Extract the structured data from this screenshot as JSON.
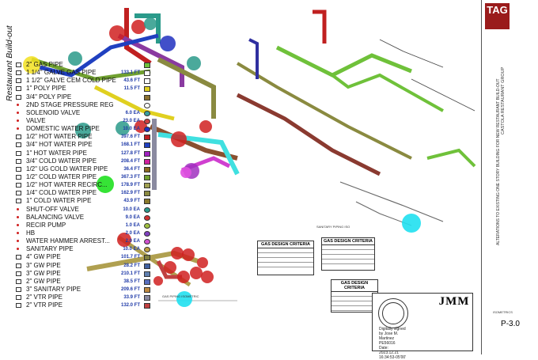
{
  "sheet": {
    "title_vertical": "Restaurant Build-out",
    "fine_print": "",
    "sanitary_label": "SANITARY PIPING ISO",
    "isometric_label": "GAS PIPING ISOMETRIC",
    "legend_tag": ""
  },
  "legend": [
    {
      "name": "2\" GAS PIPE",
      "qty": "",
      "icon": "pipe",
      "swatch": "#6fc13a",
      "round": false
    },
    {
      "name": "1 1/4\" GALVE GAS PIPE",
      "qty": "133.1 FT",
      "icon": "pipe",
      "swatch": "#ffffff",
      "round": false
    },
    {
      "name": "1 1/2\" GALVE CEM COLD PIPE",
      "qty": "43.6 FT",
      "icon": "pipe",
      "swatch": "#ffffff",
      "round": false
    },
    {
      "name": "1\" POLY PIPE",
      "qty": "11.5 FT",
      "icon": "pipe",
      "swatch": "#e0d020",
      "round": false
    },
    {
      "name": "3/4\" POLY PIPE",
      "qty": "",
      "icon": "pipe",
      "swatch": "#8a7030",
      "round": false
    },
    {
      "name": "2ND STAGE PRESSURE REG",
      "qty": "",
      "icon": "dot",
      "swatch": "#ffffff",
      "round": true
    },
    {
      "name": "SOLENOID VALVE",
      "qty": "6.0 EA",
      "icon": "dot",
      "swatch": "#3aa0a0",
      "round": true
    },
    {
      "name": "VALVE",
      "qty": "23.0 EA",
      "icon": "dot",
      "swatch": "#d04040",
      "round": true
    },
    {
      "name": "DOMESTIC WATER PIPE",
      "qty": "10.0 EA",
      "icon": "dot",
      "swatch": "#2030c0",
      "round": true
    },
    {
      "name": "1/2\" HOT WATER PIPE",
      "qty": "397.6 FT",
      "icon": "pipe",
      "swatch": "#c02020",
      "round": false
    },
    {
      "name": "3/4\" HOT WATER PIPE",
      "qty": "168.1 FT",
      "icon": "pipe",
      "swatch": "#2040c0",
      "round": false
    },
    {
      "name": "1\" HOT WATER PIPE",
      "qty": "127.8 FT",
      "icon": "pipe",
      "swatch": "#a020c0",
      "round": false
    },
    {
      "name": "3/4\" COLD WATER PIPE",
      "qty": "208.4 FT",
      "icon": "pipe",
      "swatch": "#d020a0",
      "round": false
    },
    {
      "name": "1/2\"  UG COLD WATER PIPE",
      "qty": "36.4 FT",
      "icon": "pipe",
      "swatch": "#8a6a20",
      "round": false
    },
    {
      "name": "1/2\" COLD WATER PIPE",
      "qty": "367.3 FT",
      "icon": "pipe",
      "swatch": "#70a030",
      "round": false
    },
    {
      "name": "1/2\" HOT WATER RECIRC...",
      "qty": "178.9 FT",
      "icon": "pipe",
      "swatch": "#a0a050",
      "round": false
    },
    {
      "name": "1/4\" COLD WATER PIPE",
      "qty": "162.9 FT",
      "icon": "pipe",
      "swatch": "#8a8a40",
      "round": false
    },
    {
      "name": "1\" COLD WATER PIPE",
      "qty": "43.9 FT",
      "icon": "pipe",
      "swatch": "#8a7a2a",
      "round": false
    },
    {
      "name": "SHUT-OFF VALVE",
      "qty": "10.0 EA",
      "icon": "dot",
      "swatch": "#2a9a8a",
      "round": true
    },
    {
      "name": "BALANCING VALVE",
      "qty": "9.0 EA",
      "icon": "dot",
      "swatch": "#d03030",
      "round": true
    },
    {
      "name": "RECIR PUMP",
      "qty": "1.0 EA",
      "icon": "dot",
      "swatch": "#a0c040",
      "round": true
    },
    {
      "name": "HB",
      "qty": "2.0 EA",
      "icon": "dot",
      "swatch": "#8040c0",
      "round": true
    },
    {
      "name": "WATER HAMMER ARREST...",
      "qty": "2.0 EA",
      "icon": "dot",
      "swatch": "#d050d0",
      "round": true
    },
    {
      "name": "SANITARY PIPE",
      "qty": "10.0 EA",
      "icon": "dot",
      "swatch": "#c0a040",
      "round": true
    },
    {
      "name": "4\" GW PIPE",
      "qty": "101.7 FT",
      "icon": "pipe",
      "swatch": "#808040",
      "round": false
    },
    {
      "name": "3\" GW PIPE",
      "qty": "28.2 FT",
      "icon": "pipe",
      "swatch": "#4060a0",
      "round": false
    },
    {
      "name": "3\" GW PIPE",
      "qty": "210.1 FT",
      "icon": "pipe",
      "swatch": "#6080b0",
      "round": false
    },
    {
      "name": "2\" GW PIPE",
      "qty": "38.5 FT",
      "icon": "pipe",
      "swatch": "#5a70c0",
      "round": false
    },
    {
      "name": "3\" SANITARY PIPE",
      "qty": "209.6 FT",
      "icon": "pipe",
      "swatch": "#c08a40",
      "round": false
    },
    {
      "name": "2\" VTR PIPE",
      "qty": "33.9 FT",
      "icon": "pipe",
      "swatch": "#8a8aa0",
      "round": false
    },
    {
      "name": "2\" VTR PIPE",
      "qty": "132.0 FT",
      "icon": "pipe",
      "swatch": "#c04040",
      "round": false
    }
  ],
  "criteria": [
    {
      "title": "GAS DESIGN CRITERIA"
    },
    {
      "title": "GAS DESIGN CRITERIA"
    },
    {
      "title": "GAS DESIGN CRITERIA"
    }
  ],
  "signature": {
    "line1": "Digitally signed",
    "line2": "by Jose M.",
    "line3": "Martinez",
    "line4": "PE56016",
    "line5": "Date:",
    "line6": "2023.12.21",
    "line7": "16:34:53-05'00'",
    "firm": "JMM",
    "firm_sub": ""
  },
  "titleblock": {
    "logo": "TAG",
    "logo_sub": "",
    "client": "CASTOLA RESTAURANT GROUP",
    "project": "ALTERATIONS TO EXISTING ONE STORY BUILDING FOR NEW RESTAURANT BUILD-OUT",
    "sheet_name": "ISOMETRICS",
    "sheet_no": "P-3.0"
  }
}
